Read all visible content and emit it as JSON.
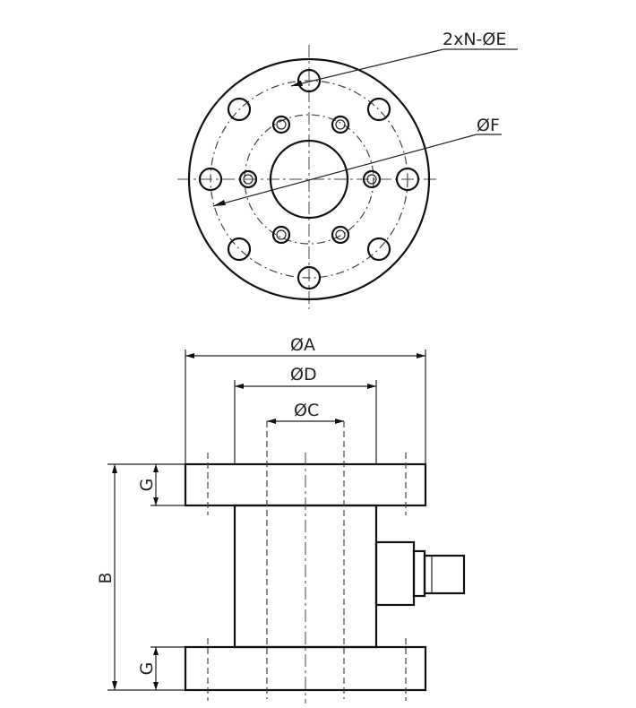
{
  "labels": {
    "holes": "2xN-ØE",
    "bolt_circle": "ØF",
    "outer_dia": "ØA",
    "body_dia": "ØD",
    "bore_dia": "ØC",
    "height": "B",
    "flange_top": "G",
    "flange_bottom": "G"
  },
  "colors": {
    "line": "#111111",
    "background": "#ffffff"
  }
}
